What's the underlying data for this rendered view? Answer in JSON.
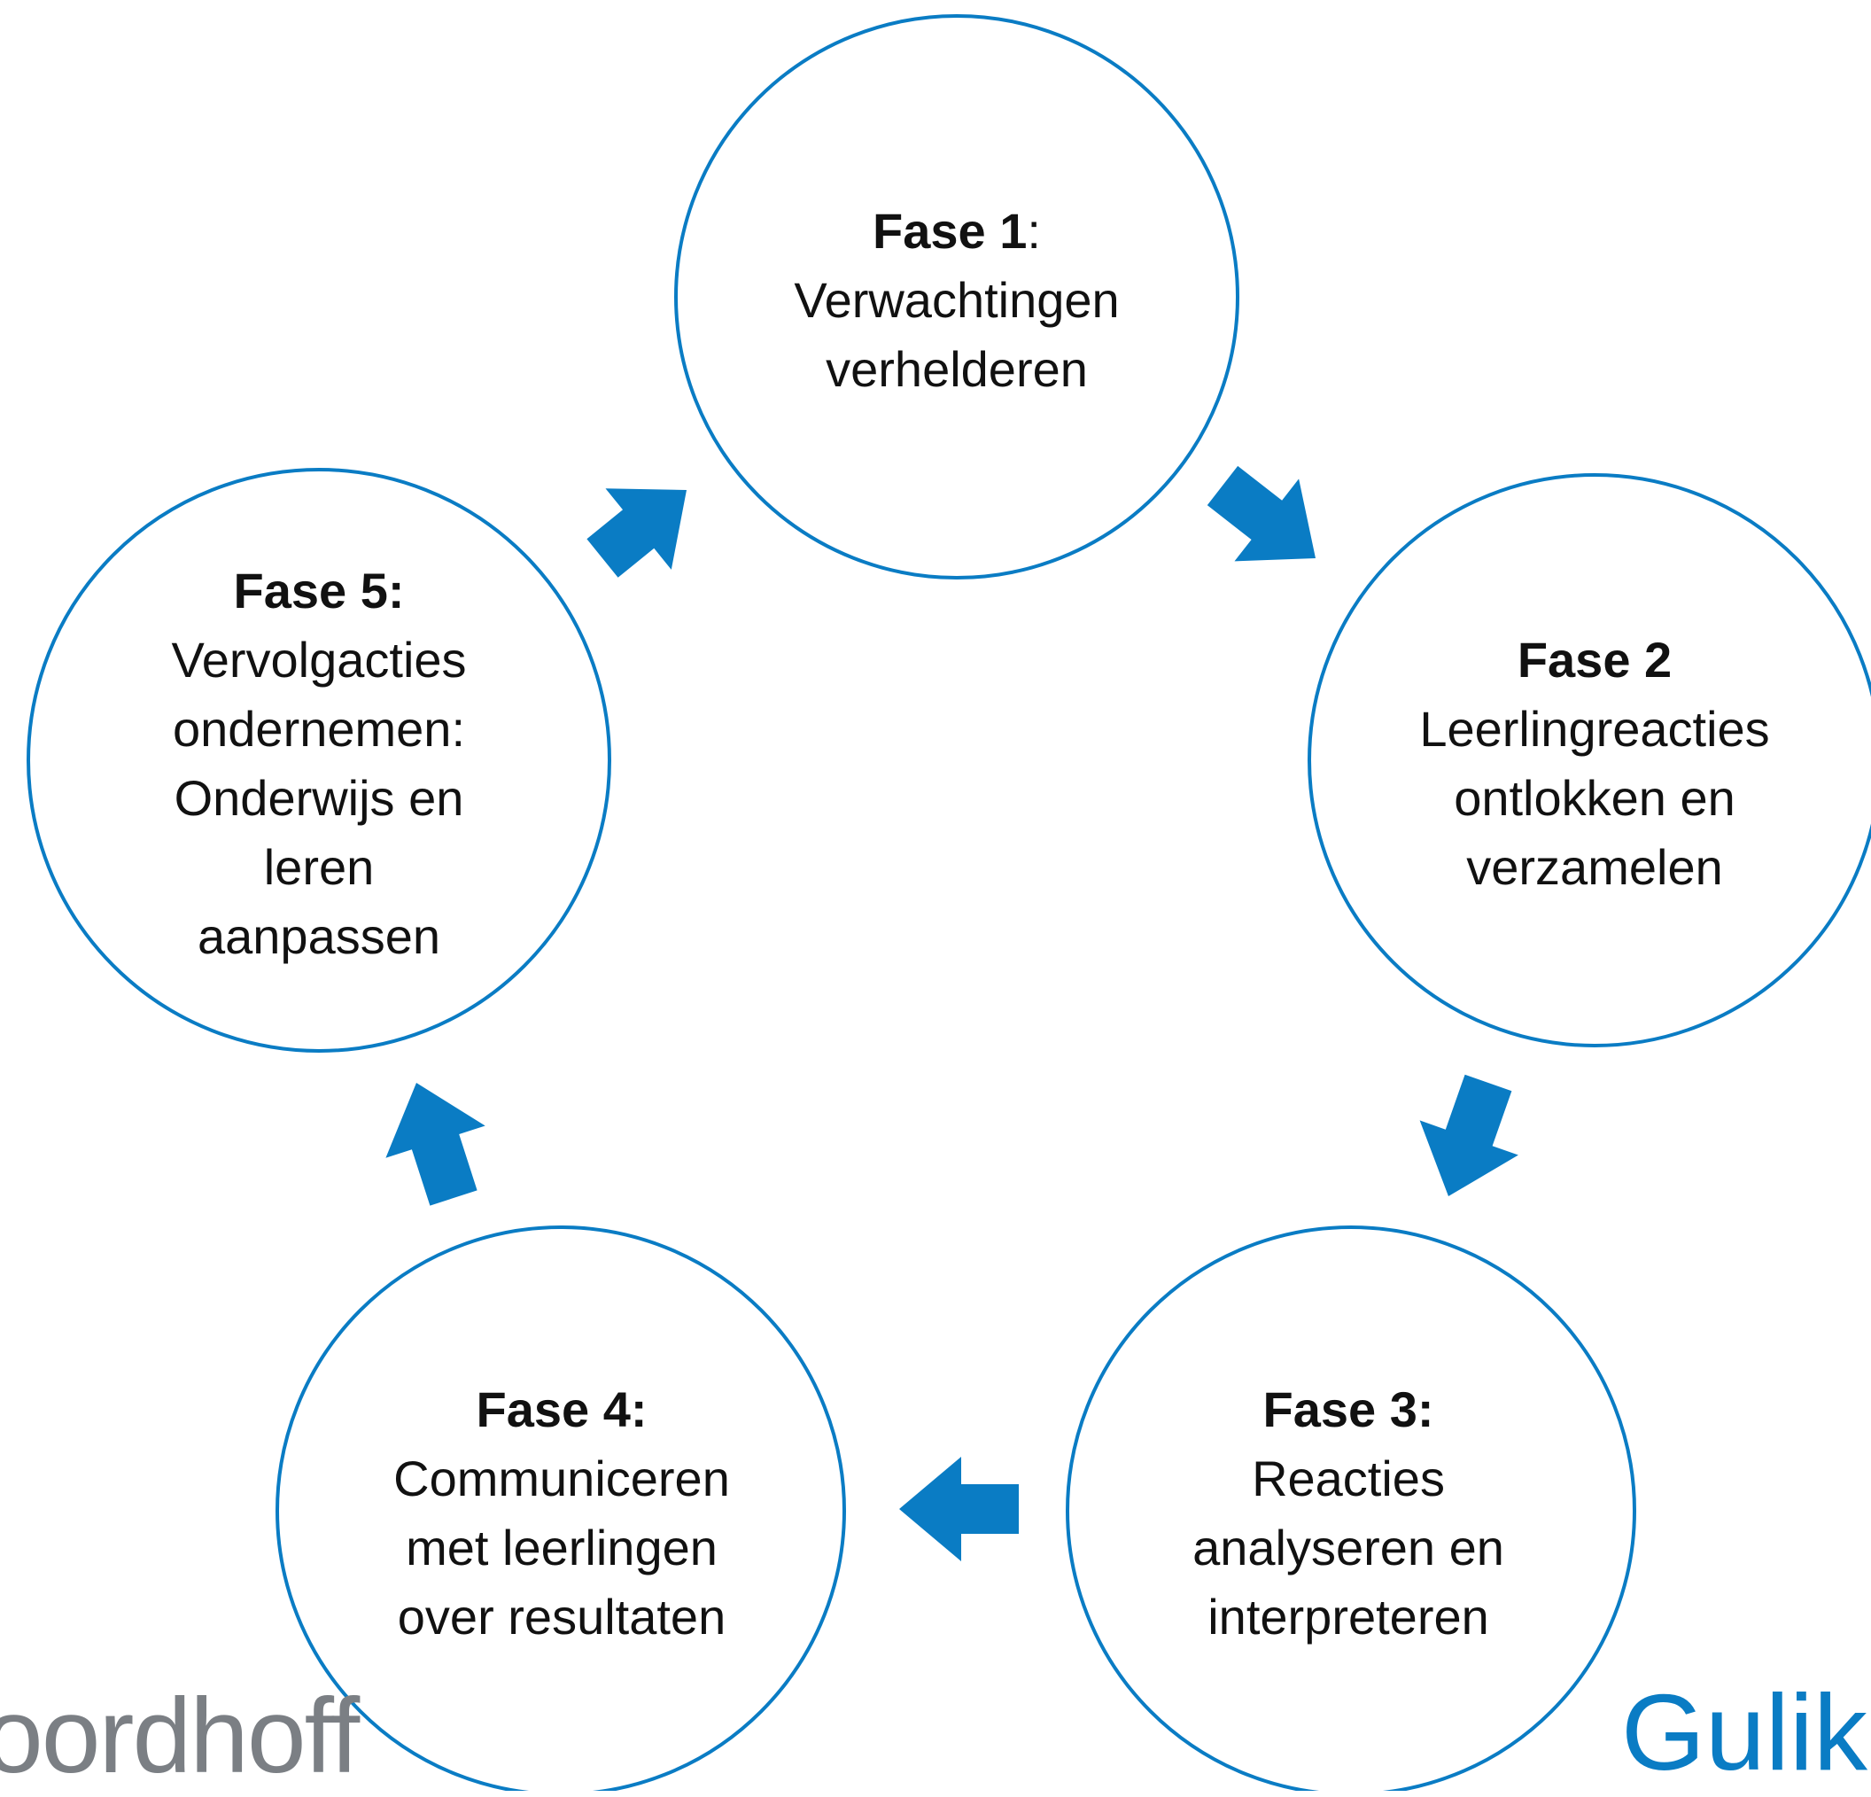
{
  "colors": {
    "circle_stroke": "#0a7cc4",
    "arrow_fill": "#0a7cc4",
    "text": "#111111",
    "brand_left": "#7b7f84",
    "brand_right": "#0a7cc4"
  },
  "phases": [
    {
      "title": "Fase 1",
      "title_suffix": ":",
      "lines": [
        "Verwachtingen",
        "verhelderen"
      ]
    },
    {
      "title": "Fase 2",
      "title_suffix": "",
      "lines": [
        "Leerlingreacties",
        "ontlokken en",
        "verzamelen"
      ]
    },
    {
      "title": "Fase 3:",
      "title_suffix": "",
      "lines": [
        "Reacties",
        "analyseren en",
        "interpreteren"
      ]
    },
    {
      "title": "Fase 4:",
      "title_suffix": "",
      "lines": [
        "Communiceren",
        "met leerlingen",
        "over resultaten"
      ]
    },
    {
      "title": "Fase 5:",
      "title_suffix": "",
      "lines": [
        "Vervolgacties",
        "ondernemen:",
        "Onderwijs en",
        "leren",
        "aanpassen"
      ]
    }
  ],
  "arrows": [
    {
      "from": "Fase 1",
      "to": "Fase 2"
    },
    {
      "from": "Fase 2",
      "to": "Fase 3"
    },
    {
      "from": "Fase 3",
      "to": "Fase 4"
    },
    {
      "from": "Fase 4",
      "to": "Fase 5"
    },
    {
      "from": "Fase 5",
      "to": "Fase 1"
    }
  ],
  "branding": {
    "left": "oordhoff",
    "right": "Gulike"
  }
}
